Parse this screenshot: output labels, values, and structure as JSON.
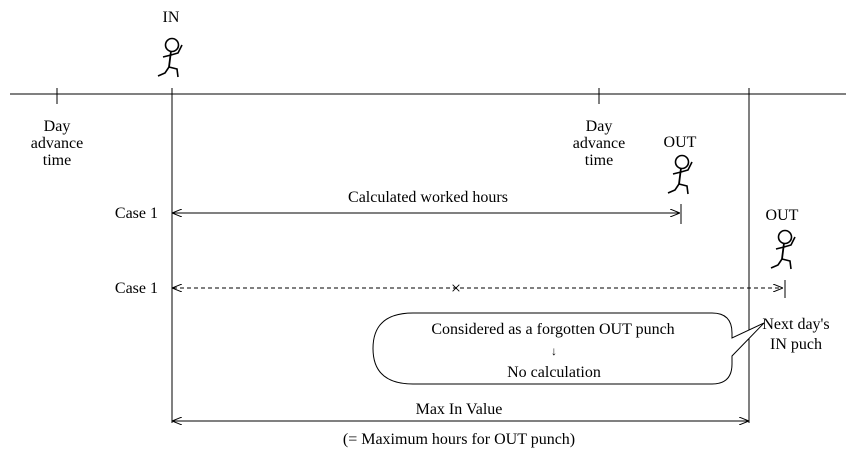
{
  "diagram": {
    "labels": {
      "in_top": "IN",
      "day_advance_left": [
        "Day",
        "advance",
        "time"
      ],
      "day_advance_mid": [
        "Day",
        "advance",
        "time"
      ],
      "out_case1": "OUT",
      "out_case2": "OUT",
      "case1_row1": "Case 1",
      "case1_row2": "Case 1",
      "calculated_worked_hours": "Calculated worked hours",
      "cross_mark": "×",
      "next_day_in": [
        "Next day's",
        "IN puch"
      ],
      "bubble_line1": "Considered as a forgotten OUT punch",
      "bubble_arrow": "↓",
      "bubble_line2": "No calculation",
      "max_in_value": "Max In Value",
      "max_hours_note": "(= Maximum hours for OUT punch)"
    },
    "icons": {
      "runner_in": "running-person-icon",
      "runner_out1": "running-person-icon",
      "runner_out2": "running-person-icon"
    }
  }
}
